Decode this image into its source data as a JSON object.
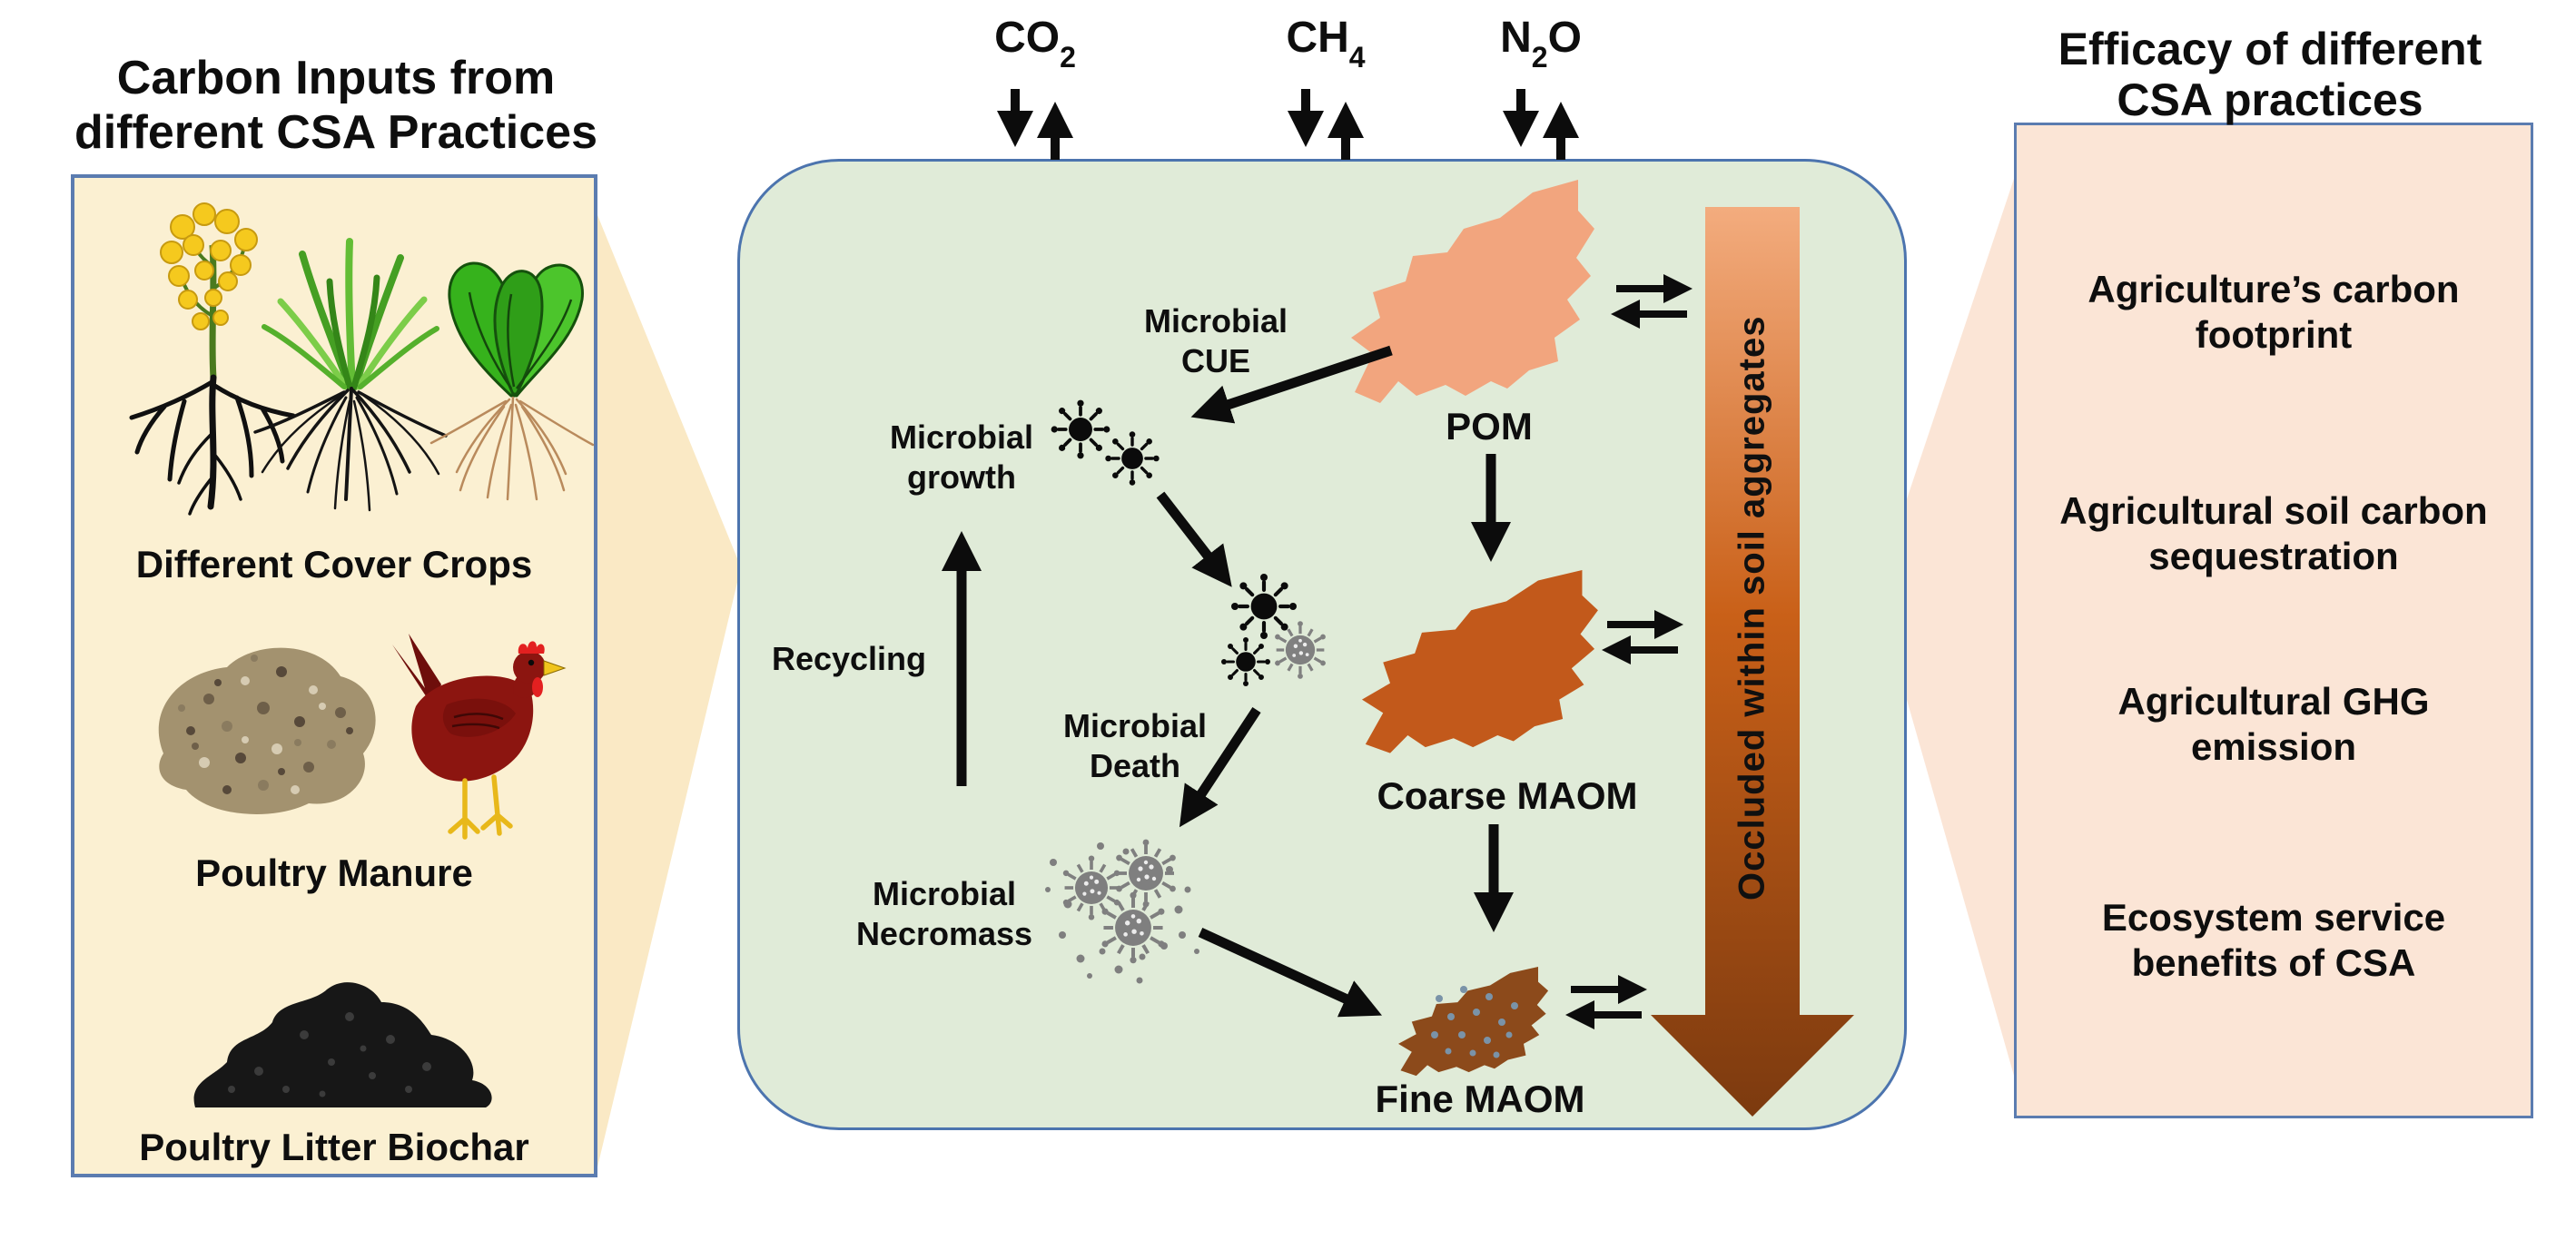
{
  "left_panel": {
    "title": {
      "line1": "Carbon Inputs from",
      "line2": "different CSA Practices"
    },
    "items": [
      {
        "label": "Different Cover Crops",
        "icon": "cover-crops-illustration"
      },
      {
        "label": "Poultry Manure",
        "icon": "manure-pile-and-hen-illustration"
      },
      {
        "label": "Poultry Litter Biochar",
        "icon": "biochar-pile-illustration"
      }
    ]
  },
  "atmosphere_gases": [
    {
      "pre": "CO",
      "sub": "2",
      "post": "",
      "icon": "down-up-exchange-arrows"
    },
    {
      "pre": "CH",
      "sub": "4",
      "post": "",
      "icon": "down-up-exchange-arrows"
    },
    {
      "pre": "N",
      "sub": "2",
      "post": "O",
      "icon": "down-up-exchange-arrows"
    }
  ],
  "soil_box": {
    "labels": {
      "microbial_cue": {
        "line1": "Microbial",
        "line2": "CUE"
      },
      "microbial_growth": {
        "line1": "Microbial",
        "line2": "growth"
      },
      "recycling": "Recycling",
      "microbial_death": {
        "line1": "Microbial",
        "line2": "Death"
      },
      "microbial_necromass": {
        "line1": "Microbial",
        "line2": "Necromass"
      },
      "pom": "POM",
      "coarse_maom": "Coarse MAOM",
      "fine_maom": "Fine MAOM",
      "occluded": "Occluded within soil aggregates"
    },
    "icons": {
      "live_microbes": "microbe-icon",
      "dead_microbes": "dead-microbe-icon",
      "pom": "pom-blob",
      "coarse_maom": "coarse-maom-blob",
      "fine_maom": "fine-maom-blob",
      "occlusion": "gradient-down-arrow",
      "exchange": "reversible-reaction-arrows"
    }
  },
  "right_panel": {
    "title": {
      "line1": "Efficacy of different",
      "line2": "CSA practices"
    },
    "items": [
      {
        "line1": "Agriculture’s carbon",
        "line2": "footprint"
      },
      {
        "line1": "Agricultural soil carbon",
        "line2": "sequestration"
      },
      {
        "line1": "Agricultural GHG",
        "line2": "emission"
      },
      {
        "line1": "Ecosystem service",
        "line2": "benefits of CSA"
      }
    ]
  },
  "colors": {
    "left_panel_bg": "#FBF0D2",
    "left_connector": "#FAE9C5",
    "soil_box_bg": "#E0EBD8",
    "box_border_blue": "#4C74AE",
    "right_panel_bg": "#FBE5D6",
    "pom": "#F2A57E",
    "coarse_maom": "#C2591B",
    "fine_maom": "#8C4A1B",
    "occluded_arrow_top": "#F3AC7E",
    "occluded_arrow_bottom": "#7C3A0F",
    "arrow_black": "#0C0C0C",
    "hen_body": "#8C1510",
    "text": "#0E0E0E"
  }
}
